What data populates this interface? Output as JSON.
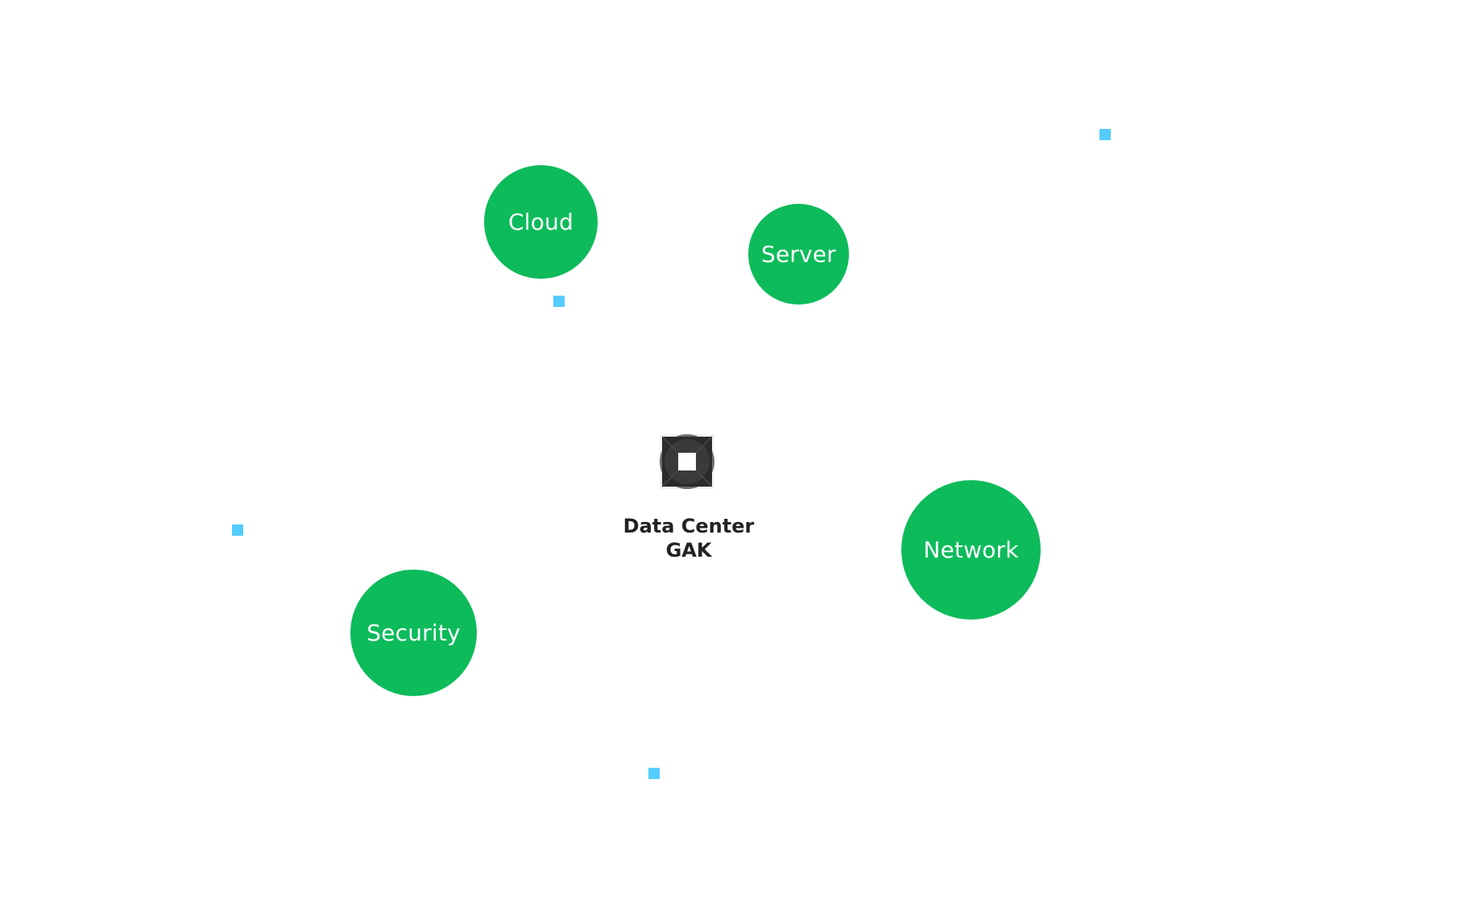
{
  "colors": {
    "node": "#0dbb5b",
    "node_text": "#ffffff",
    "particle": "#55ccff",
    "hub_dark": "#2b2b2e",
    "hub_ring": "#6e6e72",
    "label": "#222222"
  },
  "hub": {
    "icon": "server-square-icon",
    "label_line1": "Data Center",
    "label_line2": "GAK"
  },
  "nodes": {
    "cloud": "Cloud",
    "server": "Server",
    "network": "Network",
    "security": "Security"
  }
}
